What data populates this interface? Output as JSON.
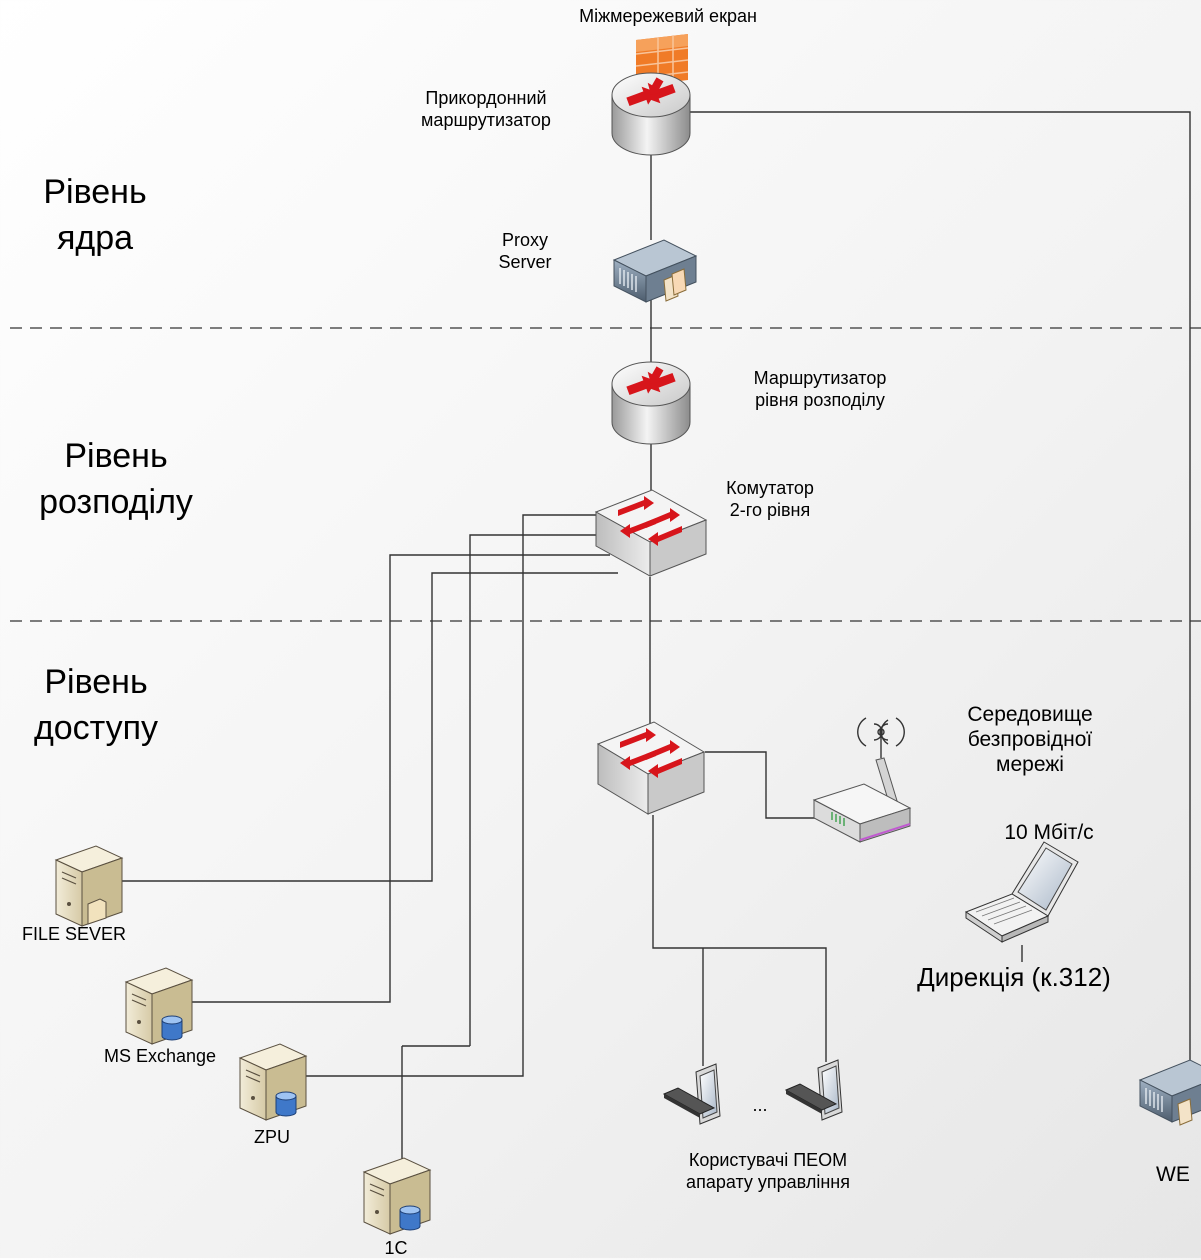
{
  "levels": {
    "core": [
      "Рівень",
      "ядра"
    ],
    "distribution": [
      "Рівень",
      "розподілу"
    ],
    "access": [
      "Рівень",
      "доступу"
    ]
  },
  "devices": {
    "firewall": "Міжмережевий екран",
    "border_router": [
      "Прикордонний",
      "маршрутизатор"
    ],
    "proxy": [
      "Proxy",
      "Server"
    ],
    "dist_router": [
      "Маршрутизатор",
      "рівня розподілу"
    ],
    "l2_switch": [
      "Комутатор",
      "2-го рівня"
    ],
    "wireless": [
      "Середовище",
      "безпровідної",
      "мережі"
    ],
    "laptop_speed": "10 Мбіт/с",
    "laptop": "Дирекція (к.312)",
    "file_server": "FILE SEVER",
    "exchange": "MS Exchange",
    "zpu": "ZPU",
    "one_c": "1С",
    "pcs_ellipsis": "...",
    "pcs": [
      "Користувачі ПЕОМ",
      "апарату управління"
    ],
    "web": "WE"
  },
  "colors": {
    "router_arrow": "#d7151b",
    "firewall": "#f07b27",
    "server_body": "#e7dfc6",
    "line": "#333333"
  },
  "icons": {
    "router": "router-icon",
    "switch": "switch-icon",
    "server": "server-icon",
    "rack_server": "rack-server-icon",
    "firewall": "firewall-icon",
    "laptop": "laptop-icon",
    "pc": "pc-icon",
    "access_point": "wireless-access-point-icon"
  }
}
